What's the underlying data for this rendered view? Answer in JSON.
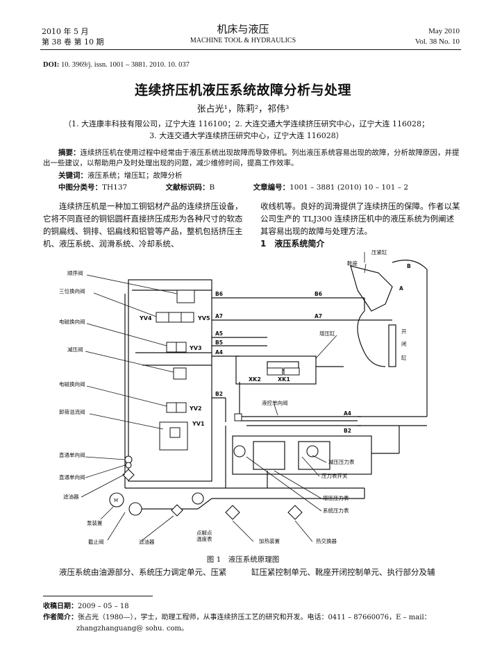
{
  "header": {
    "date_cn": "2010 年 5 月",
    "volume_cn": "第 38 卷 第 10 期",
    "journal_cn": "机床与液压",
    "journal_en": "MACHINE TOOL & HYDRAULICS",
    "date_en": "May 2010",
    "volume_en": "Vol. 38 No. 10"
  },
  "doi_label": "DOI:",
  "doi_value": "10. 3969/j. issn. 1001 – 3881. 2010. 10. 037",
  "title": "连续挤压机液压系统故障分析与处理",
  "authors": "张占光¹，陈莉²，祁伟³",
  "affiliation_1": "（1. 大连康丰科技有限公司，辽宁大连 116100；2. 大连交通大学连续挤压研究中心，辽宁大连 116028；",
  "affiliation_2": "3. 大连交通大学连续挤压研究中心，辽宁大连 116028）",
  "abstract_label": "摘要：",
  "abstract_text": "连续挤压机在使用过程中经常由于液压系统出现故障而导致停机。列出液压系统容易出现的故障，分析故障原因，并提出一些建议，以帮助用户及时处理出现的问题，减少维修时间，提高工作效率。",
  "keywords_label": "关键词：",
  "keywords_text": "液压系统；增压缸；故障分析",
  "clc_label": "中图分类号：",
  "clc_value": "TH137",
  "doc_code_label": "文献标识码：",
  "doc_code_value": "B",
  "article_no_label": "文章编号：",
  "article_no_value": "1001 – 3881 (2010) 10 – 101 – 2",
  "body_left": "连续挤压机是一种加工铜铝材产品的连续挤压设备，它将不同直径的铜铝圆杆直接挤压成形为各种尺寸的软态的铜扁线、铜排、铝扁线和铝管等产品，整机包括挤压主机、液压系统、润滑系统、冷却系统、",
  "body_right": "收线机等。良好的润滑提供了连续挤压的保障。作者以某公司生产的 TLJ300 连续挤压机中的液压系统为例阐述其容易出现的故障与处理方法。",
  "section_1": "1　液压系统简介",
  "diagram": {
    "labels_left": [
      "顺序阀",
      "三位换向阀",
      "电磁换向阀",
      "减压阀",
      "电磁换向阀",
      "卸荷溢流阀",
      "直通单向阀",
      "直通单向阀",
      "滤油器",
      "泵装置",
      "截止阀",
      "滤油器"
    ],
    "labels_right": [
      "压紧缸",
      "靴座",
      "增压缸",
      "开",
      "闭",
      "缸",
      "液控单向阀",
      "减压压力表",
      "压力表开关",
      "增压压力表",
      "系统压力表",
      "加热装置",
      "热交换器"
    ],
    "valve_codes": [
      "YV4",
      "YV5",
      "YV3",
      "YV2",
      "YV1",
      "XK2",
      "XK1"
    ],
    "ports": [
      "B6",
      "A7",
      "A5",
      "B5",
      "A4",
      "B2",
      "B6",
      "A7",
      "A4",
      "B2",
      "A",
      "B"
    ],
    "gauge_label_1": "点解点",
    "gauge_label_2": "温度表",
    "motor_label": "M"
  },
  "figure_caption": "图 1　液压系统原理图",
  "body_bottom_left": "液压系统由油源部分、系统压力调定单元、压紧",
  "body_bottom_right": "缸压紧控制单元、靴座开闭控制单元、执行部分及辅",
  "footnote": {
    "received_label": "收稿日期：",
    "received_value": "2009 – 05 – 18",
    "author_label": "作者简介：",
    "author_value": "张占光（1980—），学士，助理工程师，从事连续挤压工艺的研究和开发。电话：0411 – 87660076，E – mail：",
    "email": "zhangzhanguang@ sohu. com。"
  }
}
